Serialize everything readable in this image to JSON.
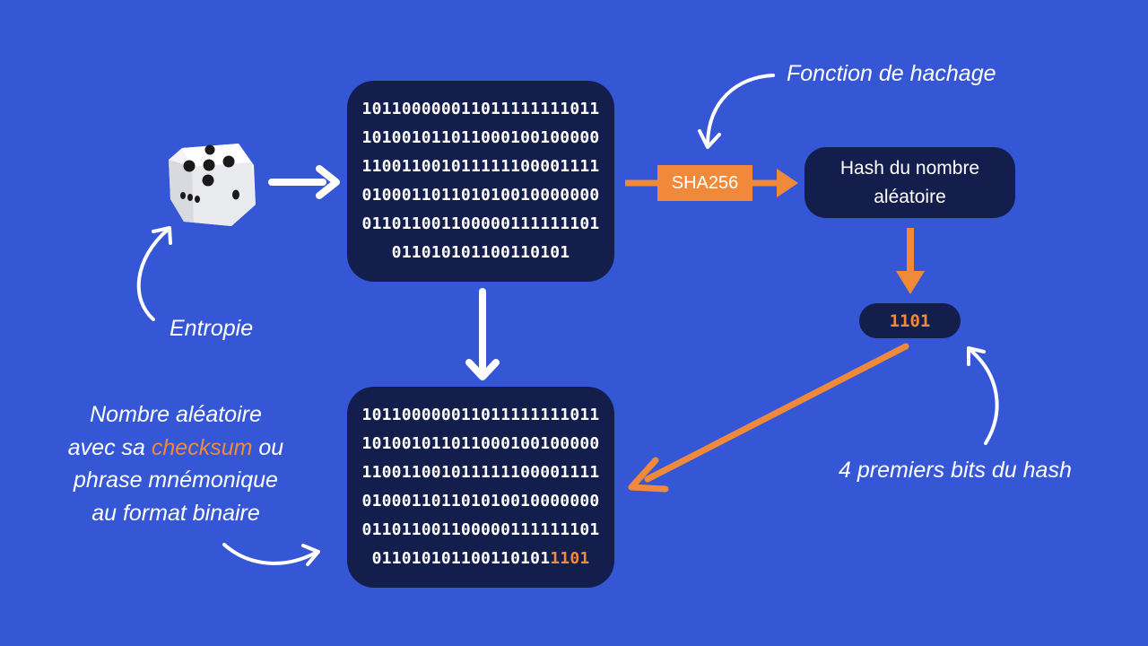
{
  "colors": {
    "background": "#3557d6",
    "box": "#131e4d",
    "accent": "#f08a3a",
    "text": "#ffffff"
  },
  "icons": {
    "dice": "dice-five-icon"
  },
  "entropy_label": "Entropie",
  "hash_function_label": "Fonction de hachage",
  "sha_label": "SHA256",
  "hash_box": {
    "line1": "Hash du nombre",
    "line2": "aléatoire"
  },
  "checksum_bits": "1101",
  "first_bits_label": "4 premiers bits du hash",
  "random_number": {
    "lines": [
      "101100000011011111111011",
      "101001011011000100100000",
      "110011001011111100001111",
      "010001101101010010000000",
      "011011001100000111111101",
      "011010101100110101"
    ]
  },
  "result_number": {
    "lines": [
      "101100000011011111111011",
      "101001011011000100100000",
      "110011001011111100001111",
      "010001101101010010000000",
      "011011001100000111111101",
      "011010101100110101"
    ],
    "checksum": "1101"
  },
  "caption": {
    "line1": "Nombre aléatoire",
    "line2_prefix": "avec sa ",
    "line2_highlight": "checksum",
    "line2_suffix": " ou",
    "line3": "phrase mnémonique",
    "line4": "au format binaire"
  }
}
